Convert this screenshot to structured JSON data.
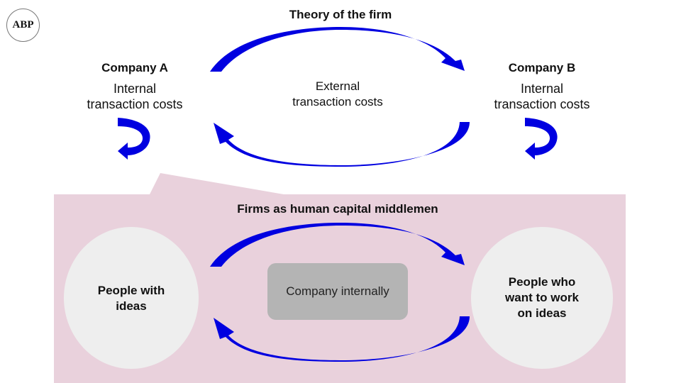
{
  "logo": {
    "text": "ABP"
  },
  "top_section": {
    "title": "Theory of the firm",
    "company_a": {
      "name": "Company A",
      "line1": "Internal",
      "line2": "transaction costs"
    },
    "company_b": {
      "name": "Company B",
      "line1": "Internal",
      "line2": "transaction costs"
    },
    "center_label": {
      "line1": "External",
      "line2": "transaction costs"
    }
  },
  "bottom_section": {
    "title": "Firms as human capital middlemen",
    "left_node": {
      "line1": "People with",
      "line2": "ideas"
    },
    "right_node": {
      "line1": "People who",
      "line2": "want to work",
      "line3": "on ideas"
    },
    "center_box": {
      "label": "Company internally"
    }
  },
  "colors": {
    "arrow": "#0000e0",
    "circle_fill": "#eeeeee",
    "panel_fill": "#e9d1dc",
    "box_fill": "#b4b4b4"
  }
}
